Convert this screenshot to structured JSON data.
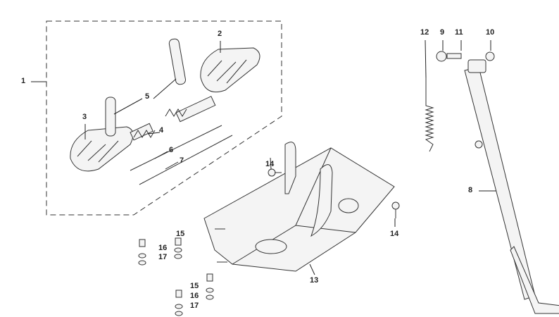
{
  "diagram": {
    "callouts": {
      "c1": "1",
      "c2": "2",
      "c3": "3",
      "c4": "4",
      "c5": "5",
      "c6": "6",
      "c7": "7",
      "c8": "8",
      "c9": "9",
      "c10": "10",
      "c11": "11",
      "c12": "12",
      "c13": "13",
      "c14a": "14",
      "c14b": "14",
      "c15a": "15",
      "c16a": "16",
      "c17a": "17",
      "c15b": "15",
      "c16b": "16",
      "c17b": "17"
    },
    "colors": {
      "line": "#333333",
      "fill": "#f4f4f4"
    }
  }
}
